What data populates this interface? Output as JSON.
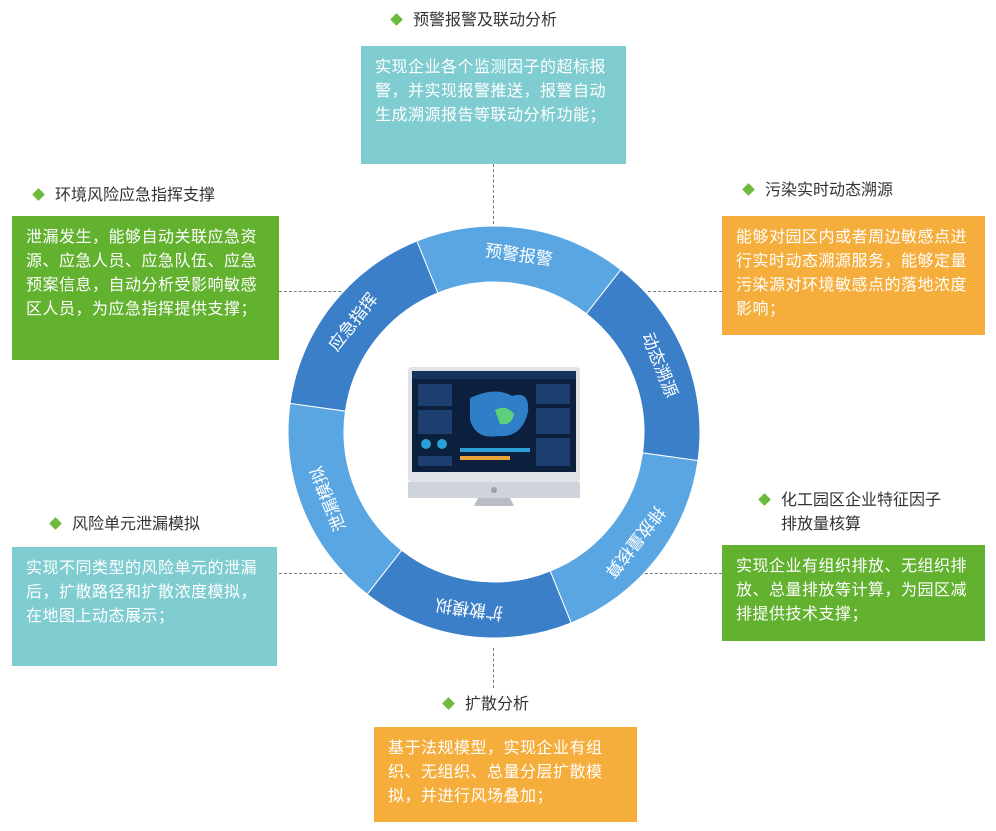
{
  "colors": {
    "ring_dark": "#3a7fc8",
    "ring_light": "#5aa6e2",
    "box_teal": "#7fccd1",
    "box_green": "#62b22f",
    "box_orange": "#f5ad3c",
    "bullet": "#6dba3c"
  },
  "icons": {
    "bullet": "diamond-icon",
    "center": "computer-monitor-icon"
  },
  "sections": {
    "warning": {
      "title": "预警报警及联动分析",
      "text": "实现企业各个监测因子的超标报警，并实现报警推送，报警自动生成溯源报告等联动分析功能；"
    },
    "emergency": {
      "title": "环境风险应急指挥支撑",
      "text": "泄漏发生，能够自动关联应急资源、应急人员、应急队伍、应急预案信息，自动分析受影响敏感区人员，为应急指挥提供支撑；"
    },
    "trace": {
      "title": "污染实时动态溯源",
      "text": "能够对园区内或者周边敏感点进行实时动态溯源服务，能够定量污染源对环境敏感点的落地浓度影响；"
    },
    "emission": {
      "title": "化工园区企业特征因子\n排放量核算",
      "text": "实现企业有组织排放、无组织排放、总量排放等计算，为园区减排提供技术支撑；"
    },
    "leak": {
      "title": "风险单元泄漏模拟",
      "text": "实现不同类型的风险单元的泄漏后，扩散路径和扩散浓度模拟，在地图上动态展示；"
    },
    "diffusion": {
      "title": "扩散分析",
      "text": "基于法规模型，实现企业有组织、无组织、总量分层扩散模拟，并进行风场叠加；"
    }
  },
  "ring": {
    "segments": [
      {
        "label": "预警报警",
        "shade": "light"
      },
      {
        "label": "动态溯源",
        "shade": "dark"
      },
      {
        "label": "排放量核算",
        "shade": "light"
      },
      {
        "label": "扩散模拟",
        "shade": "dark"
      },
      {
        "label": "泄漏模拟",
        "shade": "light"
      },
      {
        "label": "应急指挥",
        "shade": "dark"
      }
    ]
  }
}
